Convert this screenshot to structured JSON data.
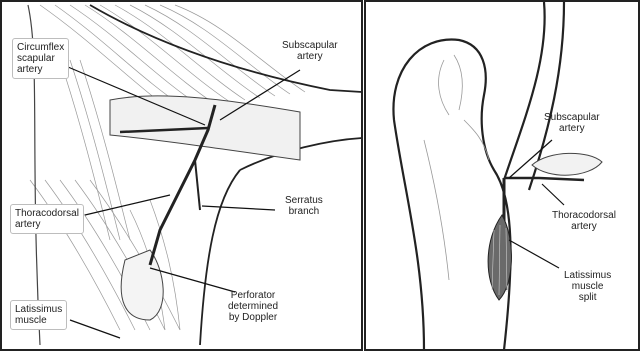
{
  "left_panel": {
    "labels": {
      "circumflex": "Circumflex\nscapular\nartery",
      "subscapular": "Subscapular\nartery",
      "serratus": "Serratus\nbranch",
      "thoracodorsal": "Thoracodorsal\nartery",
      "perforator": "Perforator\ndetermined\nby Doppler",
      "latissimus": "Latissimus\nmuscle"
    }
  },
  "right_panel": {
    "labels": {
      "subscapular": "Subscapular\nartery",
      "thoracodorsal": "Thoracodorsal\nartery",
      "latissimus_split": "Latissimus\nmuscle\nsplit"
    }
  }
}
